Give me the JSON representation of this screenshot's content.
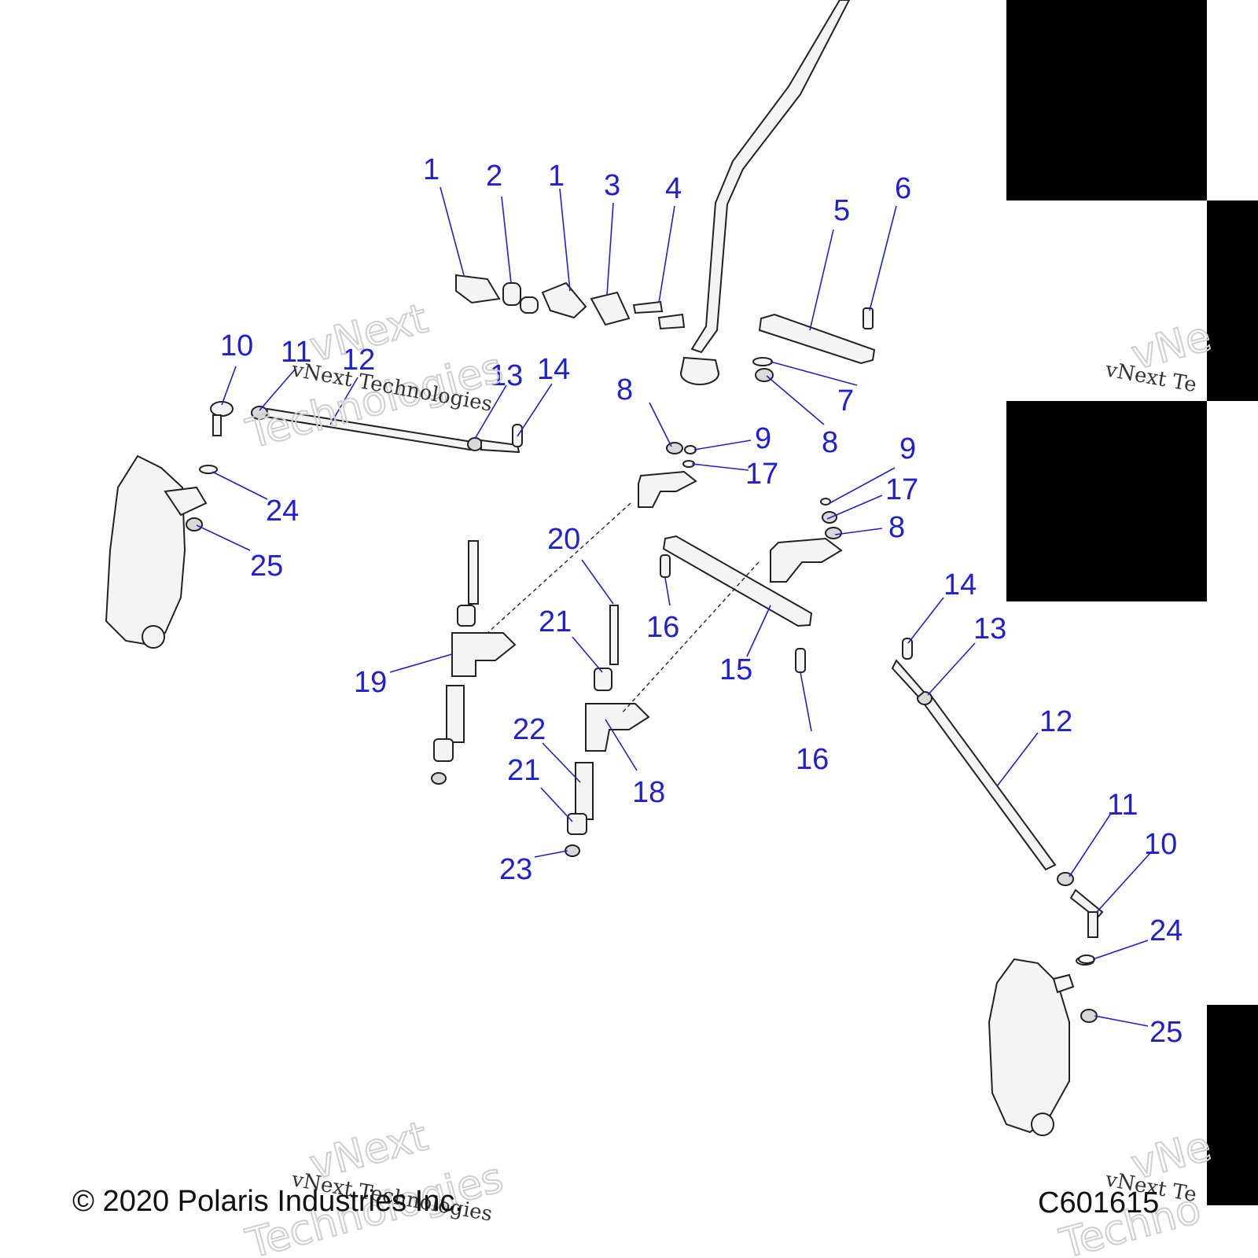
{
  "diagram": {
    "copyright": "© 2020 Polaris Industries Inc.",
    "figure_code": "C601615",
    "watermark": {
      "line1": "vNext Technologies",
      "big1": "vNext",
      "big2": "Technologies",
      "partial_big": "vNe",
      "partial_small": "vNext Te",
      "partial_small_bottom": "vNext Te",
      "partial_big_bottom": "Techno"
    },
    "callouts": [
      {
        "id": "c1a",
        "label": "1"
      },
      {
        "id": "c2",
        "label": "2"
      },
      {
        "id": "c1b",
        "label": "1"
      },
      {
        "id": "c3",
        "label": "3"
      },
      {
        "id": "c4",
        "label": "4"
      },
      {
        "id": "c5",
        "label": "5"
      },
      {
        "id": "c6",
        "label": "6"
      },
      {
        "id": "c7",
        "label": "7"
      },
      {
        "id": "c8a",
        "label": "8"
      },
      {
        "id": "c8b",
        "label": "8"
      },
      {
        "id": "c8c",
        "label": "8"
      },
      {
        "id": "c9a",
        "label": "9"
      },
      {
        "id": "c9b",
        "label": "9"
      },
      {
        "id": "c10a",
        "label": "10"
      },
      {
        "id": "c10b",
        "label": "10"
      },
      {
        "id": "c11a",
        "label": "11"
      },
      {
        "id": "c11b",
        "label": "11"
      },
      {
        "id": "c12a",
        "label": "12"
      },
      {
        "id": "c12b",
        "label": "12"
      },
      {
        "id": "c13a",
        "label": "13"
      },
      {
        "id": "c13b",
        "label": "13"
      },
      {
        "id": "c14a",
        "label": "14"
      },
      {
        "id": "c14b",
        "label": "14"
      },
      {
        "id": "c15",
        "label": "15"
      },
      {
        "id": "c16a",
        "label": "16"
      },
      {
        "id": "c16b",
        "label": "16"
      },
      {
        "id": "c17a",
        "label": "17"
      },
      {
        "id": "c17b",
        "label": "17"
      },
      {
        "id": "c18",
        "label": "18"
      },
      {
        "id": "c19",
        "label": "19"
      },
      {
        "id": "c20",
        "label": "20"
      },
      {
        "id": "c21a",
        "label": "21"
      },
      {
        "id": "c21b",
        "label": "21"
      },
      {
        "id": "c22",
        "label": "22"
      },
      {
        "id": "c23",
        "label": "23"
      },
      {
        "id": "c24a",
        "label": "24"
      },
      {
        "id": "c24b",
        "label": "24"
      },
      {
        "id": "c25a",
        "label": "25"
      },
      {
        "id": "c25b",
        "label": "25"
      }
    ]
  }
}
